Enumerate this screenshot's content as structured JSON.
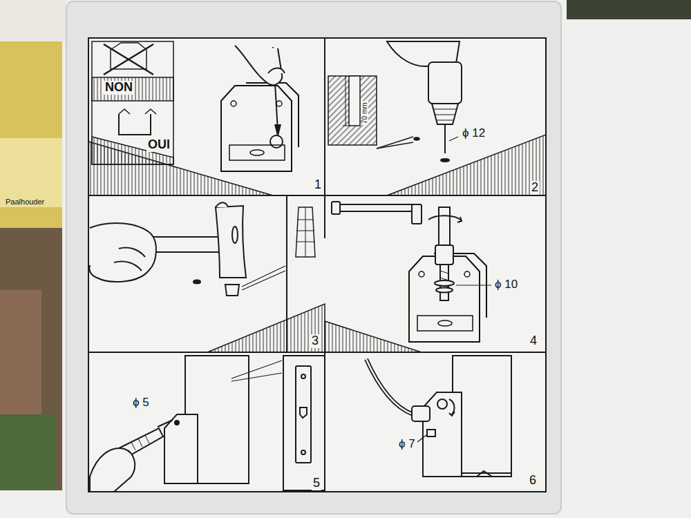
{
  "diagram": {
    "labels": [
      "NON",
      "OUI",
      "1",
      "70 mm",
      "ϕ 12",
      "2",
      "3",
      "ϕ 10",
      "4",
      "ϕ 5",
      "5",
      "ϕ 7",
      "6",
      "Paalhouder"
    ]
  }
}
